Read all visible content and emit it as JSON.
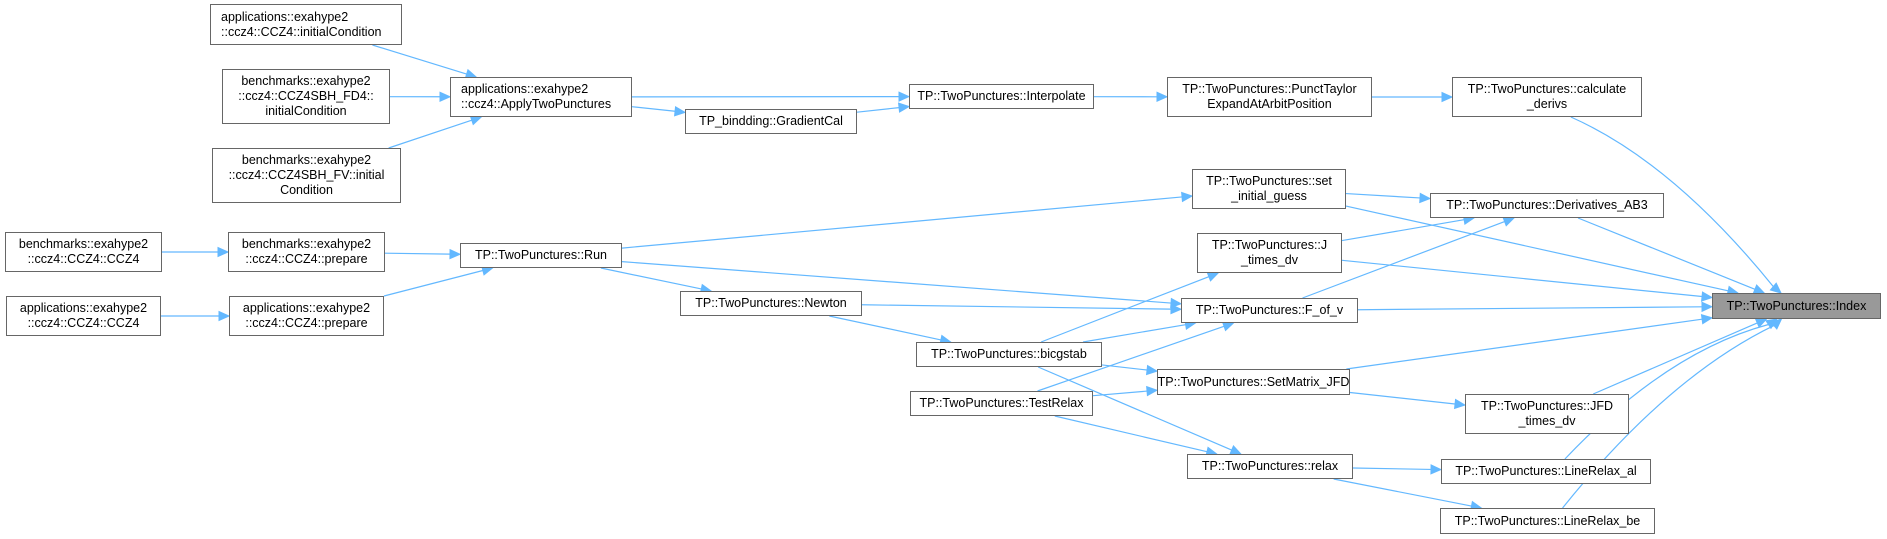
{
  "diagram": {
    "type": "call-graph",
    "root": "TP::TwoPunctures::Index",
    "edge_color": "#63b8ff",
    "root_fill": "#999999",
    "node_border": "#666666",
    "nodes": {
      "index": "TP::TwoPunctures::Index",
      "calculate_derivs": "TP::TwoPunctures::calculate\n_derivs",
      "punct_taylor": "TP::TwoPunctures::PunctTaylor\nExpandAtArbitPosition",
      "interpolate": "TP::TwoPunctures::Interpolate",
      "gradient_cal": "TP_bindding::GradientCal",
      "apply_two_punctures": "applications::exahype2\n::ccz4::ApplyTwoPunctures",
      "app_initial_condition": "applications::exahype2\n::ccz4::CCZ4::initialCondition",
      "bm_fd4_initial_condition": "benchmarks::exahype2\n::ccz4::CCZ4SBH_FD4::\ninitialCondition",
      "bm_fv_initial_condition": "benchmarks::exahype2\n::ccz4::CCZ4SBH_FV::initial\nCondition",
      "set_initial_guess": "TP::TwoPunctures::set\n_initial_guess",
      "derivatives_ab3": "TP::TwoPunctures::Derivatives_AB3",
      "j_times_dv": "TP::TwoPunctures::J\n_times_dv",
      "run": "TP::TwoPunctures::Run",
      "bm_prepare": "benchmarks::exahype2\n::ccz4::CCZ4::prepare",
      "app_prepare": "applications::exahype2\n::ccz4::CCZ4::prepare",
      "bm_ccz4": "benchmarks::exahype2\n::ccz4::CCZ4::CCZ4",
      "app_ccz4": "applications::exahype2\n::ccz4::CCZ4::CCZ4",
      "newton": "TP::TwoPunctures::Newton",
      "f_of_v": "TP::TwoPunctures::F_of_v",
      "bicgstab": "TP::TwoPunctures::bicgstab",
      "test_relax": "TP::TwoPunctures::TestRelax",
      "set_matrix_jfd": "TP::TwoPunctures::SetMatrix_JFD",
      "jfd_times_dv": "TP::TwoPunctures::JFD\n_times_dv",
      "relax": "TP::TwoPunctures::relax",
      "line_relax_al": "TP::TwoPunctures::LineRelax_al",
      "line_relax_be": "TP::TwoPunctures::LineRelax_be"
    },
    "edges": [
      [
        "calculate_derivs",
        "index"
      ],
      [
        "punct_taylor",
        "calculate_derivs"
      ],
      [
        "interpolate",
        "punct_taylor"
      ],
      [
        "apply_two_punctures",
        "interpolate"
      ],
      [
        "gradient_cal",
        "interpolate"
      ],
      [
        "apply_two_punctures",
        "gradient_cal"
      ],
      [
        "app_initial_condition",
        "apply_two_punctures"
      ],
      [
        "bm_fd4_initial_condition",
        "apply_two_punctures"
      ],
      [
        "bm_fv_initial_condition",
        "apply_two_punctures"
      ],
      [
        "set_initial_guess",
        "index"
      ],
      [
        "set_initial_guess",
        "derivatives_ab3"
      ],
      [
        "derivatives_ab3",
        "index"
      ],
      [
        "j_times_dv",
        "derivatives_ab3"
      ],
      [
        "f_of_v",
        "derivatives_ab3"
      ],
      [
        "j_times_dv",
        "index"
      ],
      [
        "f_of_v",
        "index"
      ],
      [
        "set_matrix_jfd",
        "index"
      ],
      [
        "jfd_times_dv",
        "index"
      ],
      [
        "line_relax_al",
        "index"
      ],
      [
        "line_relax_be",
        "index"
      ],
      [
        "run",
        "set_initial_guess"
      ],
      [
        "run",
        "f_of_v"
      ],
      [
        "run",
        "newton"
      ],
      [
        "bm_prepare",
        "run"
      ],
      [
        "app_prepare",
        "run"
      ],
      [
        "bm_ccz4",
        "bm_prepare"
      ],
      [
        "app_ccz4",
        "app_prepare"
      ],
      [
        "newton",
        "f_of_v"
      ],
      [
        "newton",
        "bicgstab"
      ],
      [
        "bicgstab",
        "j_times_dv"
      ],
      [
        "bicgstab",
        "f_of_v"
      ],
      [
        "bicgstab",
        "set_matrix_jfd"
      ],
      [
        "bicgstab",
        "relax"
      ],
      [
        "test_relax",
        "f_of_v"
      ],
      [
        "test_relax",
        "set_matrix_jfd"
      ],
      [
        "test_relax",
        "relax"
      ],
      [
        "set_matrix_jfd",
        "jfd_times_dv"
      ],
      [
        "relax",
        "line_relax_al"
      ],
      [
        "relax",
        "line_relax_be"
      ]
    ]
  }
}
